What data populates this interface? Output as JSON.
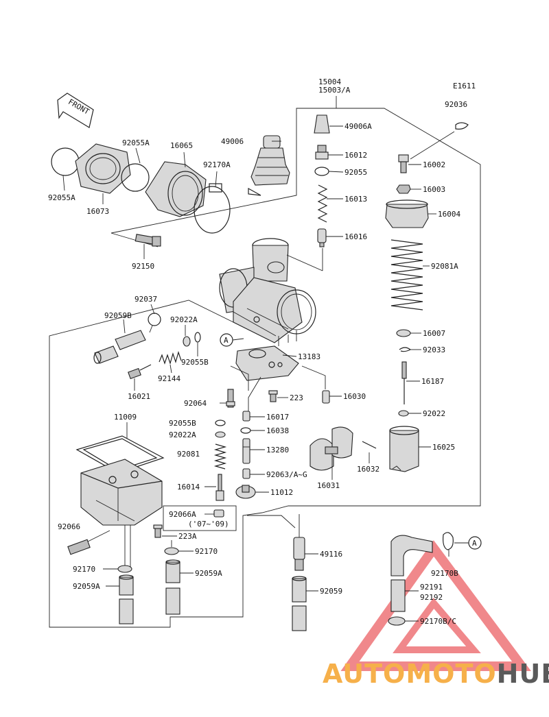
{
  "code": "E1611",
  "front_label": "FRONT",
  "callout_letter": "A",
  "watermark": {
    "part1": "AUTOMOTO",
    "part2": "HUB",
    "color1": "#f6b04a",
    "color2": "#5a5a5a",
    "triangle_color": "#e8454a"
  },
  "labels": [
    {
      "id": "15004",
      "text": "15004"
    },
    {
      "id": "15003a",
      "text": "15003/A"
    },
    {
      "id": "92036",
      "text": "92036"
    },
    {
      "id": "49006a",
      "text": "49006A"
    },
    {
      "id": "16012",
      "text": "16012"
    },
    {
      "id": "92055",
      "text": "92055"
    },
    {
      "id": "16013",
      "text": "16013"
    },
    {
      "id": "16016",
      "text": "16016"
    },
    {
      "id": "16002",
      "text": "16002"
    },
    {
      "id": "16003",
      "text": "16003"
    },
    {
      "id": "16004",
      "text": "16004"
    },
    {
      "id": "92081a",
      "text": "92081A"
    },
    {
      "id": "16007",
      "text": "16007"
    },
    {
      "id": "92033",
      "text": "92033"
    },
    {
      "id": "16187",
      "text": "16187"
    },
    {
      "id": "92022",
      "text": "92022"
    },
    {
      "id": "16025",
      "text": "16025"
    },
    {
      "id": "92055a_top",
      "text": "92055A"
    },
    {
      "id": "16065",
      "text": "16065"
    },
    {
      "id": "49006",
      "text": "49006"
    },
    {
      "id": "92170a",
      "text": "92170A"
    },
    {
      "id": "92055a_left",
      "text": "92055A"
    },
    {
      "id": "16073",
      "text": "16073"
    },
    {
      "id": "92150",
      "text": "92150"
    },
    {
      "id": "92037",
      "text": "92037"
    },
    {
      "id": "92059b",
      "text": "92059B"
    },
    {
      "id": "92022a_top",
      "text": "92022A"
    },
    {
      "id": "92055b_top",
      "text": "92055B"
    },
    {
      "id": "92144",
      "text": "92144"
    },
    {
      "id": "16021",
      "text": "16021"
    },
    {
      "id": "13183",
      "text": "13183"
    },
    {
      "id": "92064",
      "text": "92064"
    },
    {
      "id": "223",
      "text": "223"
    },
    {
      "id": "16030",
      "text": "16030"
    },
    {
      "id": "16017",
      "text": "16017"
    },
    {
      "id": "11009",
      "text": "11009"
    },
    {
      "id": "92055b_mid",
      "text": "92055B"
    },
    {
      "id": "16038",
      "text": "16038"
    },
    {
      "id": "92022a_mid",
      "text": "92022A"
    },
    {
      "id": "92081",
      "text": "92081"
    },
    {
      "id": "13280",
      "text": "13280"
    },
    {
      "id": "92063",
      "text": "92063/A~G"
    },
    {
      "id": "16014",
      "text": "16014"
    },
    {
      "id": "11012",
      "text": "11012"
    },
    {
      "id": "16031",
      "text": "16031"
    },
    {
      "id": "16032",
      "text": "16032"
    },
    {
      "id": "92066a",
      "text": "92066A"
    },
    {
      "id": "years",
      "text": "('07~'09)"
    },
    {
      "id": "92066",
      "text": "92066"
    },
    {
      "id": "223a",
      "text": "223A"
    },
    {
      "id": "92170",
      "text": "92170"
    },
    {
      "id": "92170_left",
      "text": "92170"
    },
    {
      "id": "92059a_mid",
      "text": "92059A"
    },
    {
      "id": "92059a_left",
      "text": "92059A"
    },
    {
      "id": "49116",
      "text": "49116"
    },
    {
      "id": "92059",
      "text": "92059"
    },
    {
      "id": "92170b",
      "text": "92170B"
    },
    {
      "id": "92191",
      "text": "92191"
    },
    {
      "id": "92192",
      "text": "92192"
    },
    {
      "id": "92170bc",
      "text": "92170B/C"
    }
  ]
}
